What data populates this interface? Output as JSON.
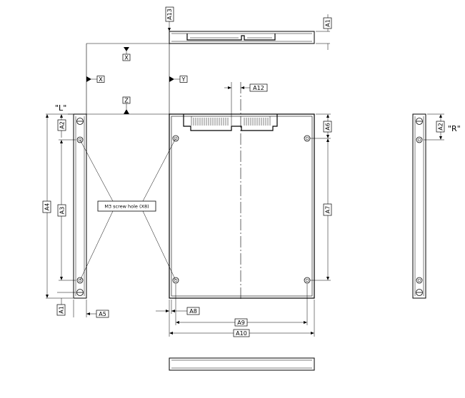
{
  "dimensions": {
    "a1": "A1",
    "a2": "A2",
    "a3": "A3",
    "a4": "A4",
    "a5": "A5",
    "a6": "A6",
    "a7": "A7",
    "a8": "A8",
    "a9": "A9",
    "a10": "A10",
    "a12": "A12",
    "a13": "A13"
  },
  "datums": {
    "x": "X",
    "y": "Y",
    "z": "Z"
  },
  "views": {
    "left": "\"L\"",
    "right": "\"R\""
  },
  "notes": {
    "screw_hole": "M3 screw hole (X8)"
  }
}
